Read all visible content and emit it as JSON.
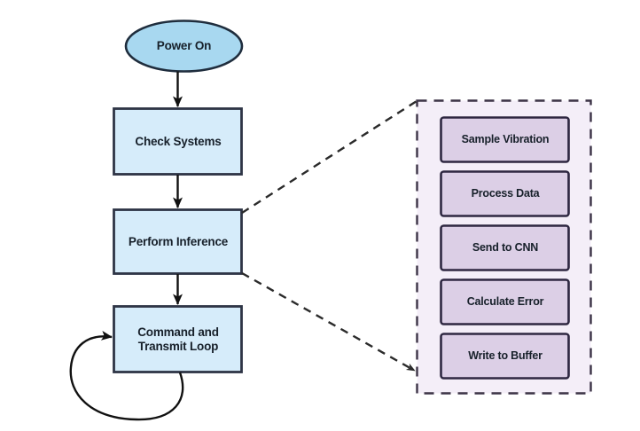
{
  "diagram": {
    "type": "flowchart",
    "title": "",
    "colors": {
      "start_fill": "#a8d8f0",
      "start_stroke": "#1f2d3d",
      "process_fill": "#d6ecfa",
      "process_stroke": "#2e3445",
      "subpanel_fill": "#f4eef8",
      "subpanel_stroke": "#3c3346",
      "subprocess_fill": "#dccfe6",
      "subprocess_stroke": "#2e2741",
      "connector": "#111111",
      "text": "#17202a"
    },
    "start_node": {
      "label": "Power On",
      "shape": "ellipse"
    },
    "flow_nodes": [
      {
        "label": "Check Systems",
        "shape": "rect"
      },
      {
        "label": "Perform Inference",
        "shape": "rect"
      },
      {
        "label": "Command and\nTransmit Loop",
        "shape": "rect"
      }
    ],
    "self_loop": {
      "source": "Command and Transmit Loop",
      "target": "Command and Transmit Loop",
      "label": ""
    },
    "expansion": {
      "source": "Perform Inference",
      "style": "dashed-callout",
      "items": [
        {
          "label": "Sample Vibration"
        },
        {
          "label": "Process Data"
        },
        {
          "label": "Send to CNN"
        },
        {
          "label": "Calculate Error"
        },
        {
          "label": "Write to Buffer"
        }
      ]
    },
    "edges": [
      {
        "from": "Power On",
        "to": "Check Systems",
        "style": "solid-arrow"
      },
      {
        "from": "Check Systems",
        "to": "Perform Inference",
        "style": "solid-arrow"
      },
      {
        "from": "Perform Inference",
        "to": "Command and Transmit Loop",
        "style": "solid-arrow"
      },
      {
        "from": "Perform Inference",
        "to": "expansion-panel-top",
        "style": "dashed"
      },
      {
        "from": "Perform Inference",
        "to": "expansion-panel-bottom",
        "style": "dashed-arrow"
      }
    ]
  }
}
